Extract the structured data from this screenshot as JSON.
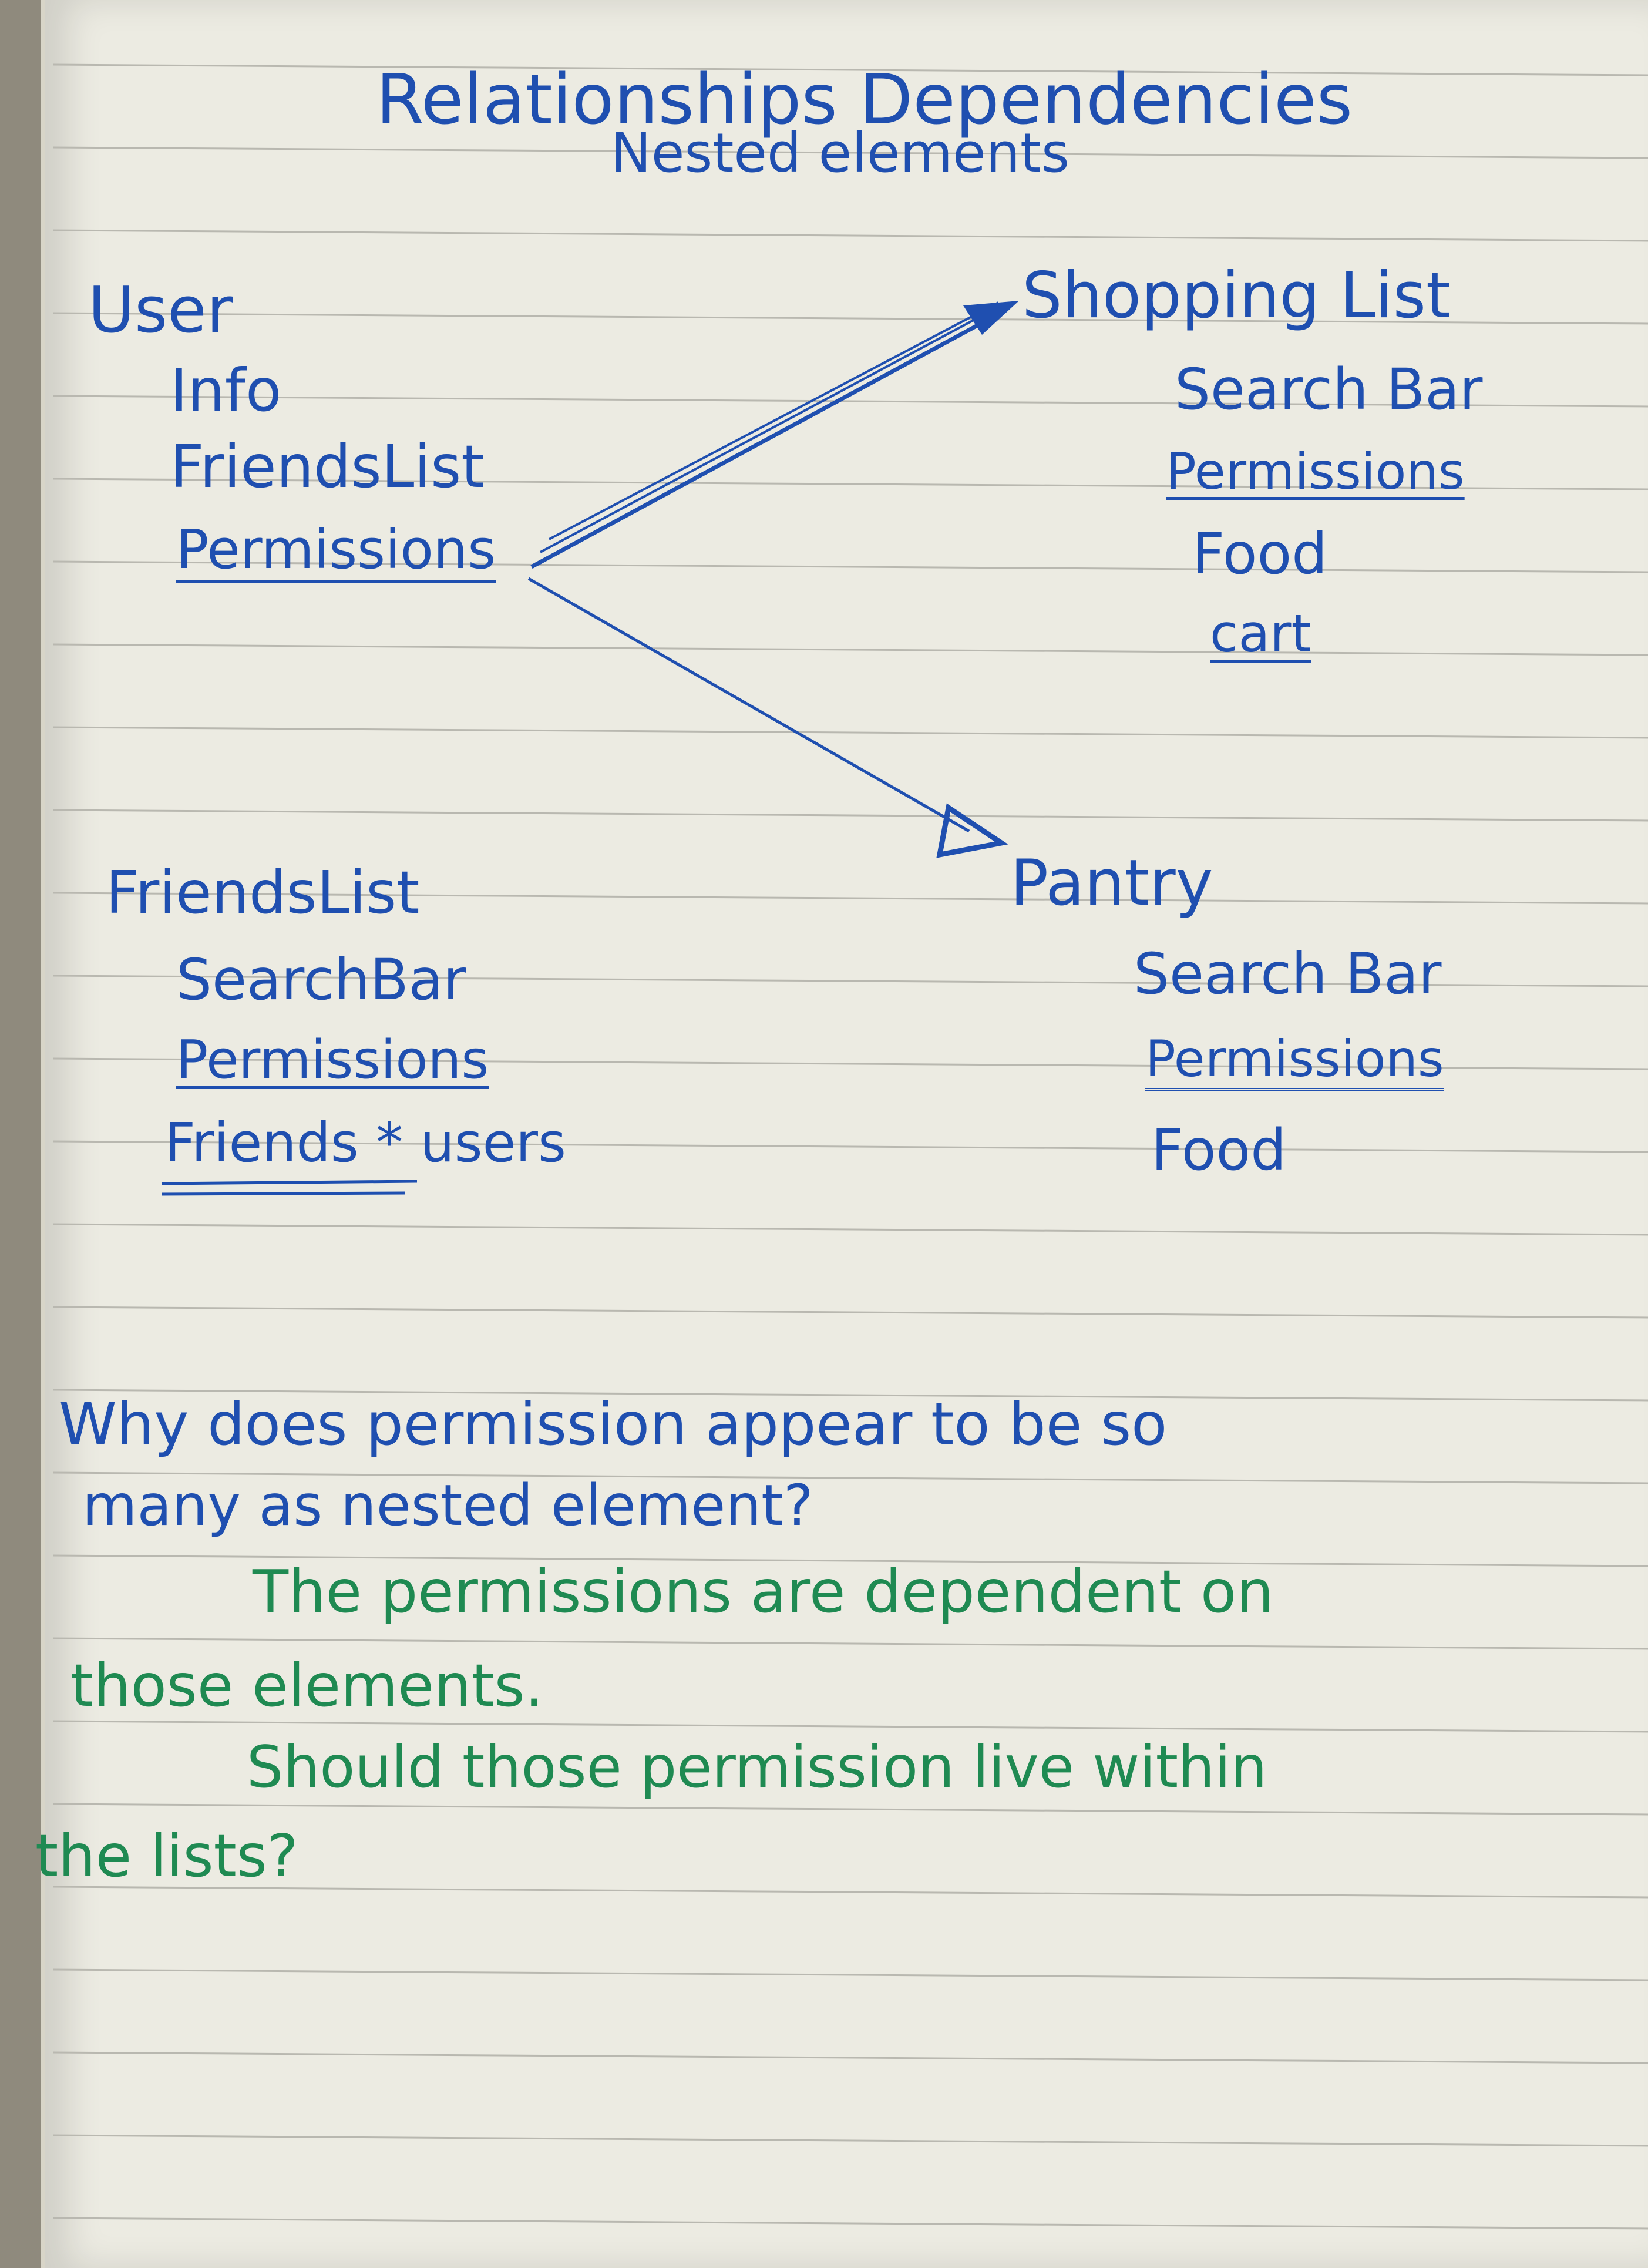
{
  "title": {
    "line1": "Relationships Dependencies",
    "line2": "Nested elements"
  },
  "user_block": {
    "heading": "User",
    "items": [
      "Info",
      "FriendsList",
      "Permissions"
    ]
  },
  "shopping_list_block": {
    "heading": "Shopping List",
    "items": [
      "Search Bar",
      "Permissions",
      "Food",
      "cart"
    ]
  },
  "friendslist_block": {
    "heading": "FriendsList",
    "items": [
      "SearchBar",
      "Permissions",
      "Friends * users"
    ]
  },
  "pantry_block": {
    "heading": "Pantry",
    "items": [
      "Search Bar",
      "Permissions",
      "Food"
    ]
  },
  "question": {
    "line1": "Why does permission appear to be so",
    "line2": "many as nested element?"
  },
  "notes": {
    "line1": "The permissions are dependent on",
    "line2": "those elements.",
    "line3": "Should those permission live within",
    "line4": "the lists?"
  },
  "colors": {
    "paper": "#ecebe2",
    "rule_line": "#b9b8b0",
    "blue_ink": "#1f4fb0",
    "green_ink": "#1f8a52"
  }
}
